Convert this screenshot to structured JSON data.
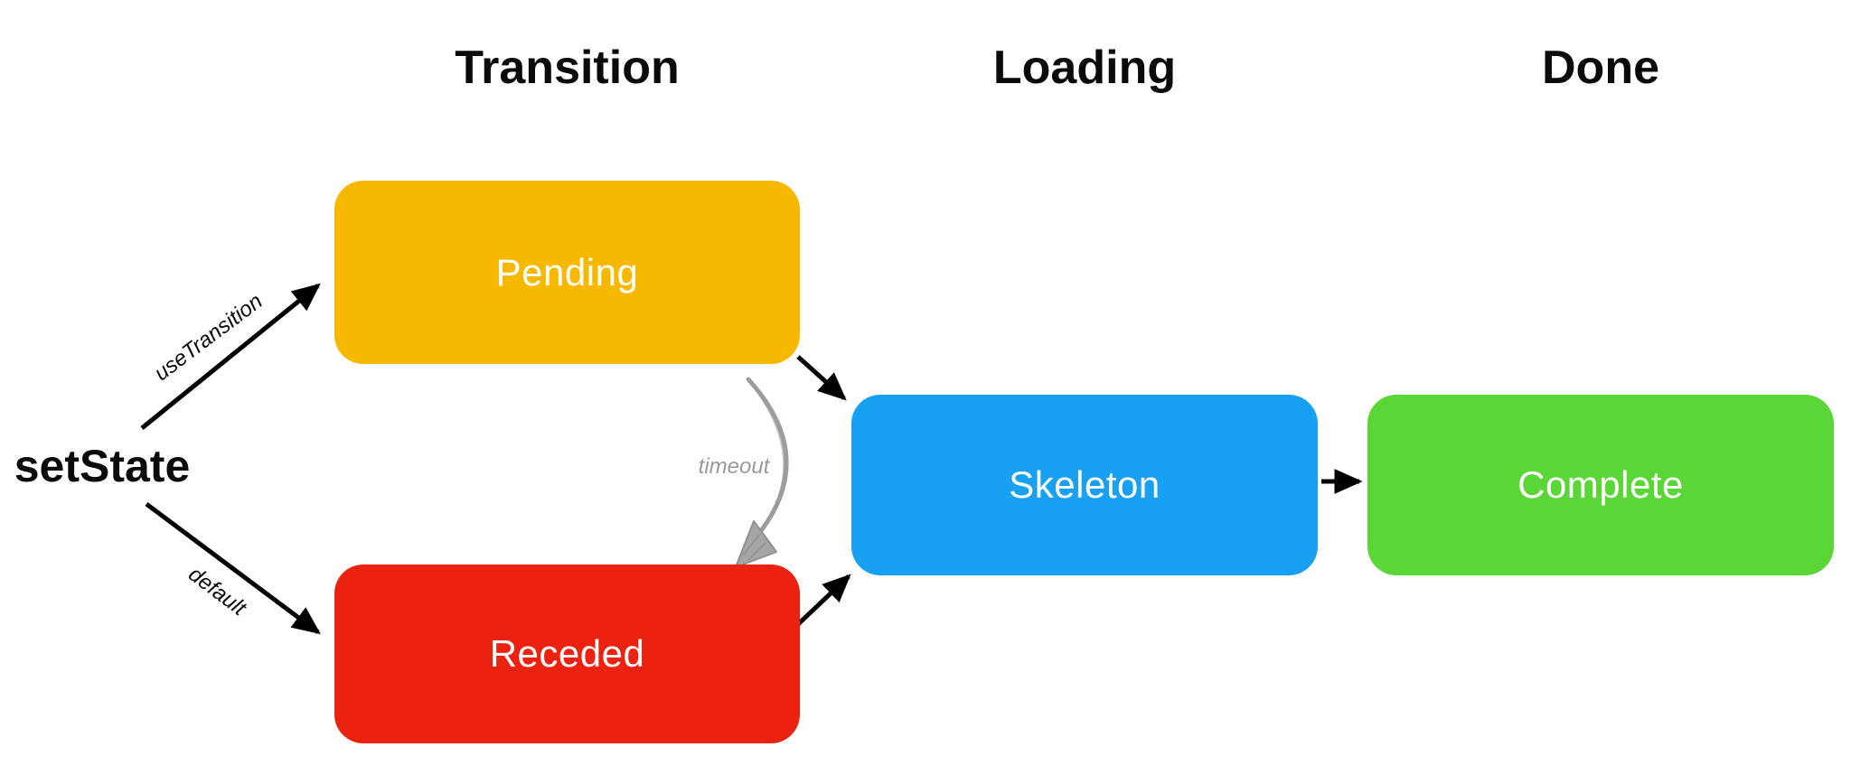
{
  "diagram": {
    "background": "#ffffff",
    "columns": [
      {
        "id": "transition",
        "label": "Transition"
      },
      {
        "id": "loading",
        "label": "Loading"
      },
      {
        "id": "done",
        "label": "Done"
      }
    ],
    "source": {
      "label": "setState"
    },
    "nodes": [
      {
        "id": "pending",
        "label": "Pending",
        "color": "#F6B900",
        "column": "Transition"
      },
      {
        "id": "receded",
        "label": "Receded",
        "color": "#EB2210",
        "column": "Transition"
      },
      {
        "id": "skeleton",
        "label": "Skeleton",
        "color": "#18A0F3",
        "column": "Loading"
      },
      {
        "id": "complete",
        "label": "Complete",
        "color": "#5AD636",
        "column": "Done"
      }
    ],
    "edges": [
      {
        "from": "setState",
        "to": "Pending",
        "label": "useTransition",
        "style": "solid-black"
      },
      {
        "from": "setState",
        "to": "Receded",
        "label": "default",
        "style": "solid-black"
      },
      {
        "from": "Pending",
        "to": "Skeleton",
        "label": "",
        "style": "solid-black"
      },
      {
        "from": "Receded",
        "to": "Skeleton",
        "label": "",
        "style": "solid-black"
      },
      {
        "from": "Pending",
        "to": "Receded",
        "label": "timeout",
        "style": "hand-drawn-gray"
      },
      {
        "from": "Skeleton",
        "to": "Complete",
        "label": "",
        "style": "solid-black"
      }
    ],
    "colors": {
      "node_text": "#ffffff",
      "header_text": "#0a0a0a",
      "arrow_black": "#000000",
      "arrow_gray": "#9c9c9c"
    }
  }
}
